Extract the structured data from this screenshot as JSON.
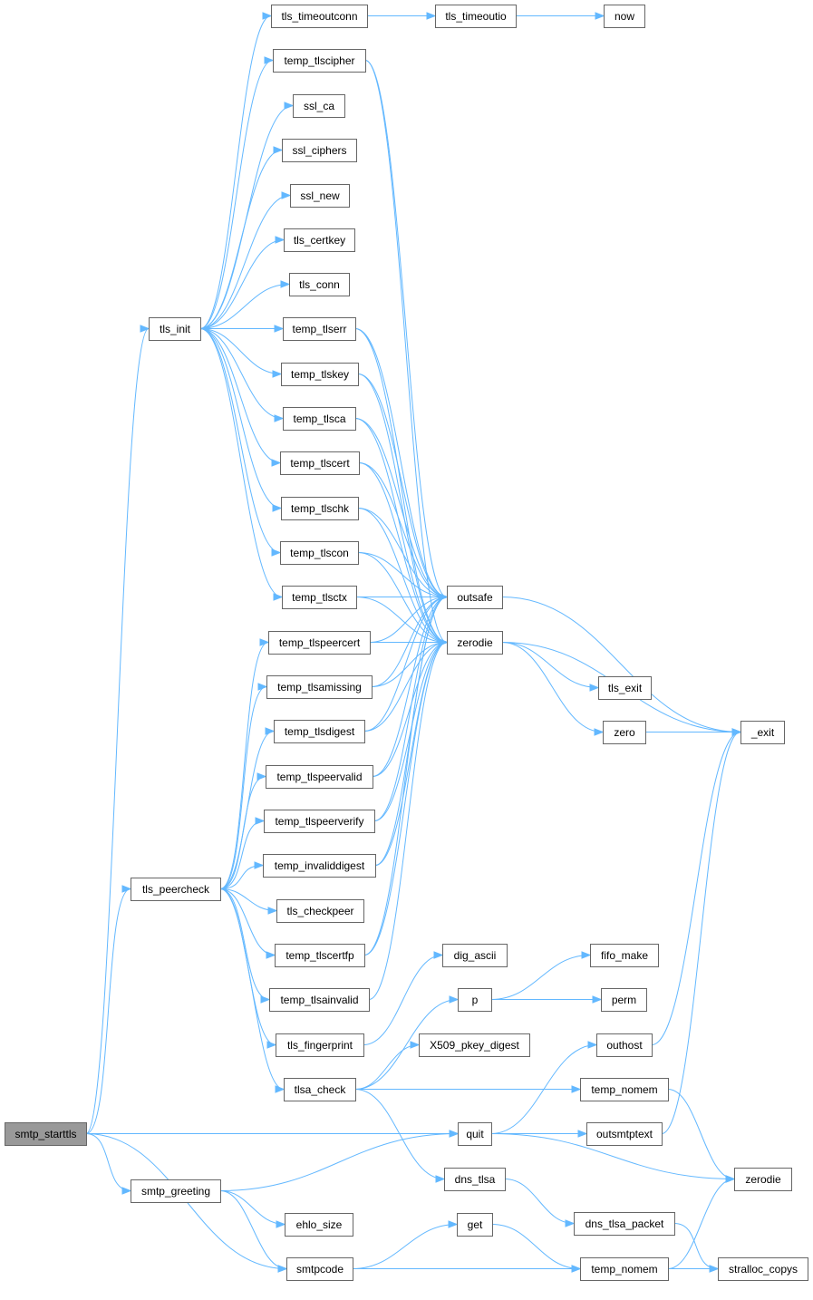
{
  "graph": {
    "nodes": [
      {
        "id": "smtp_starttls",
        "label": "smtp_starttls",
        "root": true
      },
      {
        "id": "tls_init",
        "label": "tls_init"
      },
      {
        "id": "tls_peercheck",
        "label": "tls_peercheck"
      },
      {
        "id": "smtp_greeting",
        "label": "smtp_greeting"
      },
      {
        "id": "smtpcode",
        "label": "smtpcode"
      },
      {
        "id": "ehlo_size",
        "label": "ehlo_size"
      },
      {
        "id": "tls_timeoutconn",
        "label": "tls_timeoutconn"
      },
      {
        "id": "tls_timeoutio",
        "label": "tls_timeoutio"
      },
      {
        "id": "now",
        "label": "now"
      },
      {
        "id": "temp_tlscipher",
        "label": "temp_tlscipher"
      },
      {
        "id": "ssl_ca",
        "label": "ssl_ca"
      },
      {
        "id": "ssl_ciphers",
        "label": "ssl_ciphers"
      },
      {
        "id": "ssl_new",
        "label": "ssl_new"
      },
      {
        "id": "tls_certkey",
        "label": "tls_certkey"
      },
      {
        "id": "tls_conn",
        "label": "tls_conn"
      },
      {
        "id": "temp_tlserr",
        "label": "temp_tlserr"
      },
      {
        "id": "temp_tlskey",
        "label": "temp_tlskey"
      },
      {
        "id": "temp_tlsca",
        "label": "temp_tlsca"
      },
      {
        "id": "temp_tlscert",
        "label": "temp_tlscert"
      },
      {
        "id": "temp_tlschk",
        "label": "temp_tlschk"
      },
      {
        "id": "temp_tlscon",
        "label": "temp_tlscon"
      },
      {
        "id": "temp_tlsctx",
        "label": "temp_tlsctx"
      },
      {
        "id": "outsafe",
        "label": "outsafe"
      },
      {
        "id": "zerodie",
        "label": "zerodie"
      },
      {
        "id": "temp_tlspeercert",
        "label": "temp_tlspeercert"
      },
      {
        "id": "temp_tlsamissing",
        "label": "temp_tlsamissing"
      },
      {
        "id": "temp_tlsdigest",
        "label": "temp_tlsdigest"
      },
      {
        "id": "temp_tlspeervalid",
        "label": "temp_tlspeervalid"
      },
      {
        "id": "temp_tlspeerverify",
        "label": "temp_tlspeerverify"
      },
      {
        "id": "temp_invaliddigest",
        "label": "temp_invaliddigest"
      },
      {
        "id": "tls_checkpeer",
        "label": "tls_checkpeer"
      },
      {
        "id": "temp_tlscertfp",
        "label": "temp_tlscertfp"
      },
      {
        "id": "temp_tlsainvalid",
        "label": "temp_tlsainvalid"
      },
      {
        "id": "tls_fingerprint",
        "label": "tls_fingerprint"
      },
      {
        "id": "tlsa_check",
        "label": "tlsa_check"
      },
      {
        "id": "tls_exit",
        "label": "tls_exit"
      },
      {
        "id": "zero",
        "label": "zero"
      },
      {
        "id": "_exit",
        "label": "_exit"
      },
      {
        "id": "dig_ascii",
        "label": "dig_ascii"
      },
      {
        "id": "p",
        "label": "p"
      },
      {
        "id": "fifo_make",
        "label": "fifo_make"
      },
      {
        "id": "perm",
        "label": "perm"
      },
      {
        "id": "X509_pkey_digest",
        "label": "X509_pkey_digest"
      },
      {
        "id": "outhost",
        "label": "outhost"
      },
      {
        "id": "temp_nomem",
        "label": "temp_nomem"
      },
      {
        "id": "quit",
        "label": "quit"
      },
      {
        "id": "outsmtptext",
        "label": "outsmtptext"
      },
      {
        "id": "zerodie2",
        "label": "zerodie"
      },
      {
        "id": "dns_tlsa",
        "label": "dns_tlsa"
      },
      {
        "id": "dns_tlsa_packet",
        "label": "dns_tlsa_packet"
      },
      {
        "id": "get",
        "label": "get"
      },
      {
        "id": "temp_nomem2",
        "label": "temp_nomem"
      },
      {
        "id": "stralloc_copys",
        "label": "stralloc_copys"
      }
    ],
    "edges": [
      [
        "smtp_starttls",
        "tls_init"
      ],
      [
        "smtp_starttls",
        "tls_peercheck"
      ],
      [
        "smtp_starttls",
        "smtp_greeting"
      ],
      [
        "smtp_starttls",
        "smtpcode"
      ],
      [
        "smtp_starttls",
        "quit"
      ],
      [
        "tls_init",
        "tls_timeoutconn"
      ],
      [
        "tls_init",
        "temp_tlscipher"
      ],
      [
        "tls_init",
        "ssl_ca"
      ],
      [
        "tls_init",
        "ssl_ciphers"
      ],
      [
        "tls_init",
        "ssl_new"
      ],
      [
        "tls_init",
        "tls_certkey"
      ],
      [
        "tls_init",
        "tls_conn"
      ],
      [
        "tls_init",
        "temp_tlserr"
      ],
      [
        "tls_init",
        "temp_tlskey"
      ],
      [
        "tls_init",
        "temp_tlsca"
      ],
      [
        "tls_init",
        "temp_tlscert"
      ],
      [
        "tls_init",
        "temp_tlschk"
      ],
      [
        "tls_init",
        "temp_tlscon"
      ],
      [
        "tls_init",
        "temp_tlsctx"
      ],
      [
        "tls_timeoutconn",
        "tls_timeoutio"
      ],
      [
        "tls_timeoutio",
        "now"
      ],
      [
        "temp_tlscipher",
        "outsafe"
      ],
      [
        "temp_tlscipher",
        "zerodie"
      ],
      [
        "temp_tlserr",
        "outsafe"
      ],
      [
        "temp_tlserr",
        "zerodie"
      ],
      [
        "temp_tlskey",
        "outsafe"
      ],
      [
        "temp_tlskey",
        "zerodie"
      ],
      [
        "temp_tlsca",
        "outsafe"
      ],
      [
        "temp_tlsca",
        "zerodie"
      ],
      [
        "temp_tlscert",
        "outsafe"
      ],
      [
        "temp_tlscert",
        "zerodie"
      ],
      [
        "temp_tlschk",
        "outsafe"
      ],
      [
        "temp_tlschk",
        "zerodie"
      ],
      [
        "temp_tlscon",
        "outsafe"
      ],
      [
        "temp_tlscon",
        "zerodie"
      ],
      [
        "temp_tlsctx",
        "outsafe"
      ],
      [
        "temp_tlsctx",
        "zerodie"
      ],
      [
        "tls_peercheck",
        "temp_tlspeercert"
      ],
      [
        "tls_peercheck",
        "temp_tlsamissing"
      ],
      [
        "tls_peercheck",
        "temp_tlsdigest"
      ],
      [
        "tls_peercheck",
        "temp_tlspeervalid"
      ],
      [
        "tls_peercheck",
        "temp_tlspeerverify"
      ],
      [
        "tls_peercheck",
        "temp_invaliddigest"
      ],
      [
        "tls_peercheck",
        "tls_checkpeer"
      ],
      [
        "tls_peercheck",
        "temp_tlscertfp"
      ],
      [
        "tls_peercheck",
        "temp_tlsainvalid"
      ],
      [
        "tls_peercheck",
        "tls_fingerprint"
      ],
      [
        "tls_peercheck",
        "tlsa_check"
      ],
      [
        "temp_tlspeercert",
        "outsafe"
      ],
      [
        "temp_tlspeercert",
        "zerodie"
      ],
      [
        "temp_tlsamissing",
        "outsafe"
      ],
      [
        "temp_tlsamissing",
        "zerodie"
      ],
      [
        "temp_tlsdigest",
        "outsafe"
      ],
      [
        "temp_tlsdigest",
        "zerodie"
      ],
      [
        "temp_tlspeervalid",
        "outsafe"
      ],
      [
        "temp_tlspeervalid",
        "zerodie"
      ],
      [
        "temp_tlspeerverify",
        "outsafe"
      ],
      [
        "temp_tlspeerverify",
        "zerodie"
      ],
      [
        "temp_invaliddigest",
        "outsafe"
      ],
      [
        "temp_invaliddigest",
        "zerodie"
      ],
      [
        "temp_tlscertfp",
        "outsafe"
      ],
      [
        "temp_tlscertfp",
        "zerodie"
      ],
      [
        "temp_tlsainvalid",
        "zerodie"
      ],
      [
        "tls_fingerprint",
        "dig_ascii"
      ],
      [
        "tlsa_check",
        "p"
      ],
      [
        "tlsa_check",
        "X509_pkey_digest"
      ],
      [
        "tlsa_check",
        "temp_nomem"
      ],
      [
        "tlsa_check",
        "dns_tlsa"
      ],
      [
        "outsafe",
        "_exit"
      ],
      [
        "zerodie",
        "tls_exit"
      ],
      [
        "zerodie",
        "zero"
      ],
      [
        "zerodie",
        "_exit"
      ],
      [
        "zero",
        "_exit"
      ],
      [
        "p",
        "fifo_make"
      ],
      [
        "p",
        "perm"
      ],
      [
        "outhost",
        "_exit"
      ],
      [
        "temp_nomem",
        "zerodie2"
      ],
      [
        "quit",
        "outhost"
      ],
      [
        "quit",
        "outsmtptext"
      ],
      [
        "quit",
        "zerodie2"
      ],
      [
        "outsmtptext",
        "_exit"
      ],
      [
        "smtp_greeting",
        "quit"
      ],
      [
        "smtp_greeting",
        "ehlo_size"
      ],
      [
        "smtp_greeting",
        "smtpcode"
      ],
      [
        "dns_tlsa",
        "dns_tlsa_packet"
      ],
      [
        "dns_tlsa_packet",
        "stralloc_copys"
      ],
      [
        "smtpcode",
        "get"
      ],
      [
        "smtpcode",
        "temp_nomem2"
      ],
      [
        "smtpcode",
        "stralloc_copys"
      ],
      [
        "get",
        "temp_nomem2"
      ],
      [
        "temp_nomem2",
        "zerodie2"
      ]
    ]
  }
}
